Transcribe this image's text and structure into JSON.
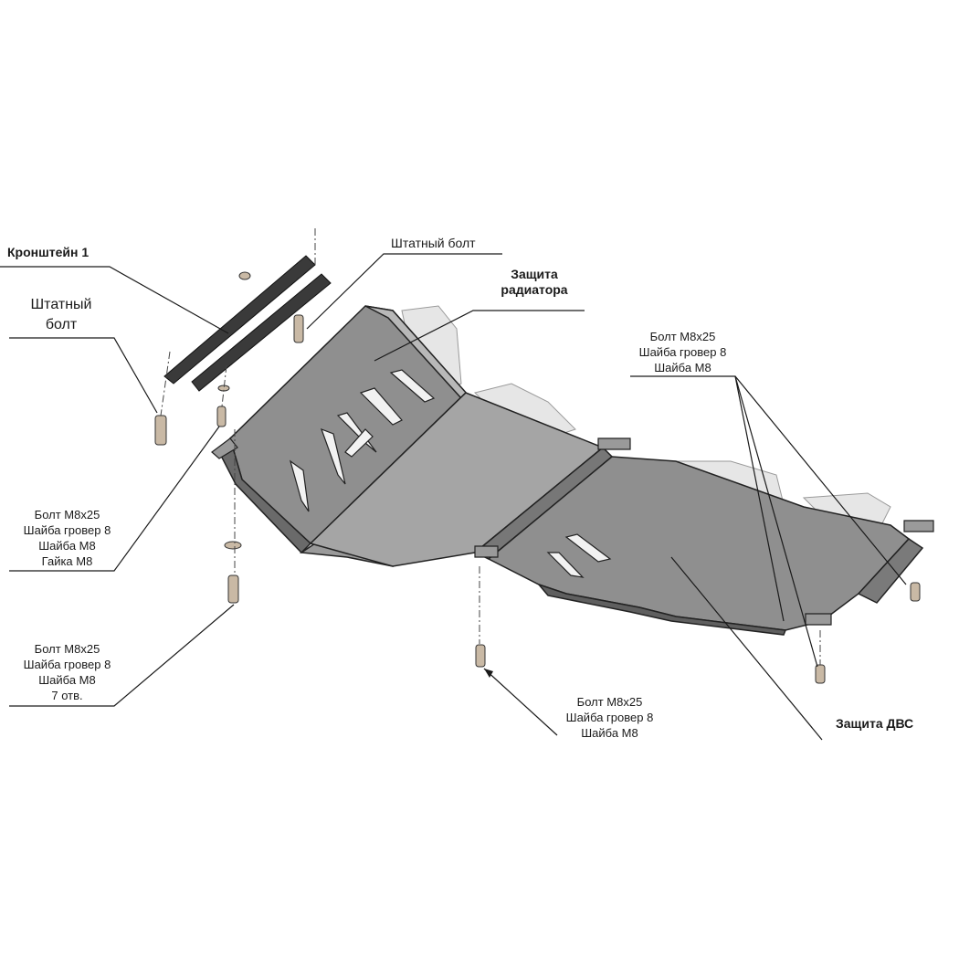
{
  "labels": {
    "bracket1": "Кронштейн 1",
    "std_bolt_left": [
      "Штатный",
      "болт"
    ],
    "std_bolt_top": "Штатный болт",
    "radiator_guard": [
      "Защита",
      "радиатора"
    ],
    "kit_right": [
      "Болт М8х25",
      "Шайба гровер  8",
      "Шайба М8"
    ],
    "kit_left_nut": [
      "Болт М8х25",
      "Шайба гровер  8",
      "Шайба М8",
      "Гайка М8"
    ],
    "kit_left_holes": [
      "Болт М8х25",
      "Шайба гровер  8",
      "Шайба М8",
      "7 отв."
    ],
    "kit_bottom": [
      "Болт М8х25",
      "Шайба гровер  8",
      "Шайба М8"
    ],
    "engine_guard": "Защита ДВС"
  },
  "colors": {
    "plate": "#8f8f8f",
    "plate_dark": "#6a6a6a",
    "plate_light": "#d6d6d6",
    "bracket": "#3a3a3a",
    "line": "#1a1a1a"
  }
}
